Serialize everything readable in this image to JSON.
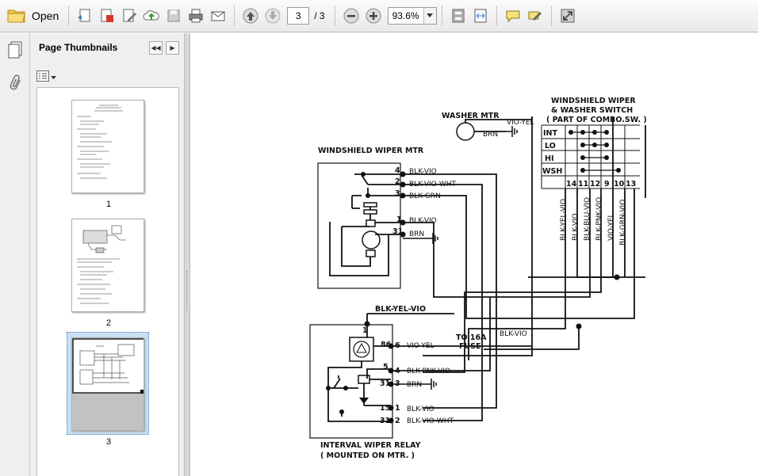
{
  "toolbar": {
    "open_label": "Open",
    "current_page": "3",
    "page_total": "/ 3",
    "zoom": "93.6%"
  },
  "panel": {
    "title": "Page Thumbnails",
    "thumbnails": [
      {
        "label": "1"
      },
      {
        "label": "2"
      },
      {
        "label": "3"
      }
    ]
  },
  "diagram": {
    "washer_motor": "WASHER MTR",
    "washer_brn": "BRN",
    "washer_vio_yel": "VIO-YEL",
    "switch_title_1": "WINDSHIELD WIPER",
    "switch_title_2": "& WASHER SWITCH",
    "switch_title_3": "( PART OF COMBO.SW. )",
    "switch_rows": [
      "INT",
      "LO",
      "HI",
      "WSH"
    ],
    "switch_terminals": [
      "14",
      "11",
      "12",
      "9",
      "10",
      "13"
    ],
    "switch_wires": [
      "BLK-YEL-VIO",
      "BLK-VIO",
      "BLK-BLU-VIO",
      "BLK-PNK-VIO",
      "VIO-YEL",
      "BLK-GRN-VIO"
    ],
    "wiper_motor": "WINDSHIELD WIPER MTR",
    "motor_pins": [
      {
        "pin": "4",
        "wire": "BLK-VIO"
      },
      {
        "pin": "2",
        "wire": "BLK-VIO-WHT"
      },
      {
        "pin": "3",
        "wire": "BLK-GRN"
      },
      {
        "pin": "1",
        "wire": "BLK-VIO"
      },
      {
        "pin": "31",
        "wire": "BRN"
      }
    ],
    "relay_feed_wire": "BLK-YEL-VIO",
    "relay_feed_pin": "1",
    "fuse_label_1": "TO 16A",
    "fuse_label_2": "FUSE",
    "fuse_wire": "BLK-VIO",
    "relay_pins": [
      {
        "pin": "86",
        "wire": "VIO-YEL"
      },
      {
        "pin": "5",
        "wire": ""
      },
      {
        "pin": "4",
        "wire": "BLK-PNK-VIO"
      },
      {
        "pin": "31",
        "wire": ""
      },
      {
        "pin": "3",
        "wire": "BRN"
      },
      {
        "pin": "15",
        "wire": ""
      },
      {
        "pin": "1",
        "wire": "BLK-VIO"
      },
      {
        "pin": "31",
        "wire": ""
      },
      {
        "pin": "2",
        "wire": "BLK-VIO-WHT"
      }
    ],
    "relay_title_1": "INTERVAL WIPER RELAY",
    "relay_title_2": "( MOUNTED ON MTR. )"
  }
}
